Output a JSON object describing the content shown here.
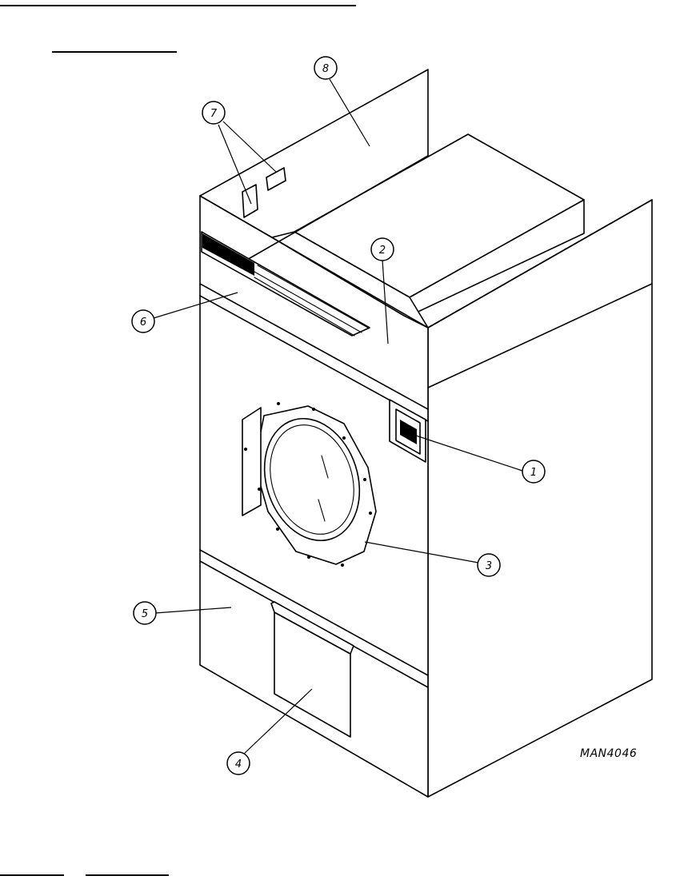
{
  "drawing_number": "MAN4046",
  "callouts": [
    {
      "id": "callout-1",
      "label": "1"
    },
    {
      "id": "callout-2",
      "label": "2"
    },
    {
      "id": "callout-3",
      "label": "3"
    },
    {
      "id": "callout-4",
      "label": "4"
    },
    {
      "id": "callout-5",
      "label": "5"
    },
    {
      "id": "callout-6",
      "label": "6"
    },
    {
      "id": "callout-7",
      "label": "7"
    },
    {
      "id": "callout-8",
      "label": "8"
    }
  ]
}
